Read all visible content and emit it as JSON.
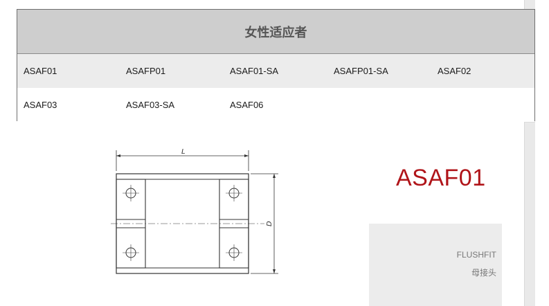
{
  "compatible_table": {
    "title": "女性适应者",
    "rows": [
      [
        "ASAF01",
        "ASAFP01",
        "ASAF01-SA",
        "ASAFP01-SA",
        "ASAF02"
      ],
      [
        "ASAF03",
        "ASAF03-SA",
        "ASAF06",
        "",
        ""
      ]
    ]
  },
  "drawing": {
    "dim_length_label": "L",
    "dim_diameter_label": "D"
  },
  "product": {
    "code": "ASAF01",
    "card_line1": "FLUSHFIT",
    "card_line2": "母接头"
  },
  "colors": {
    "accent": "#b01419",
    "header_bg": "#cecece",
    "row_alt_bg": "#ececec"
  }
}
